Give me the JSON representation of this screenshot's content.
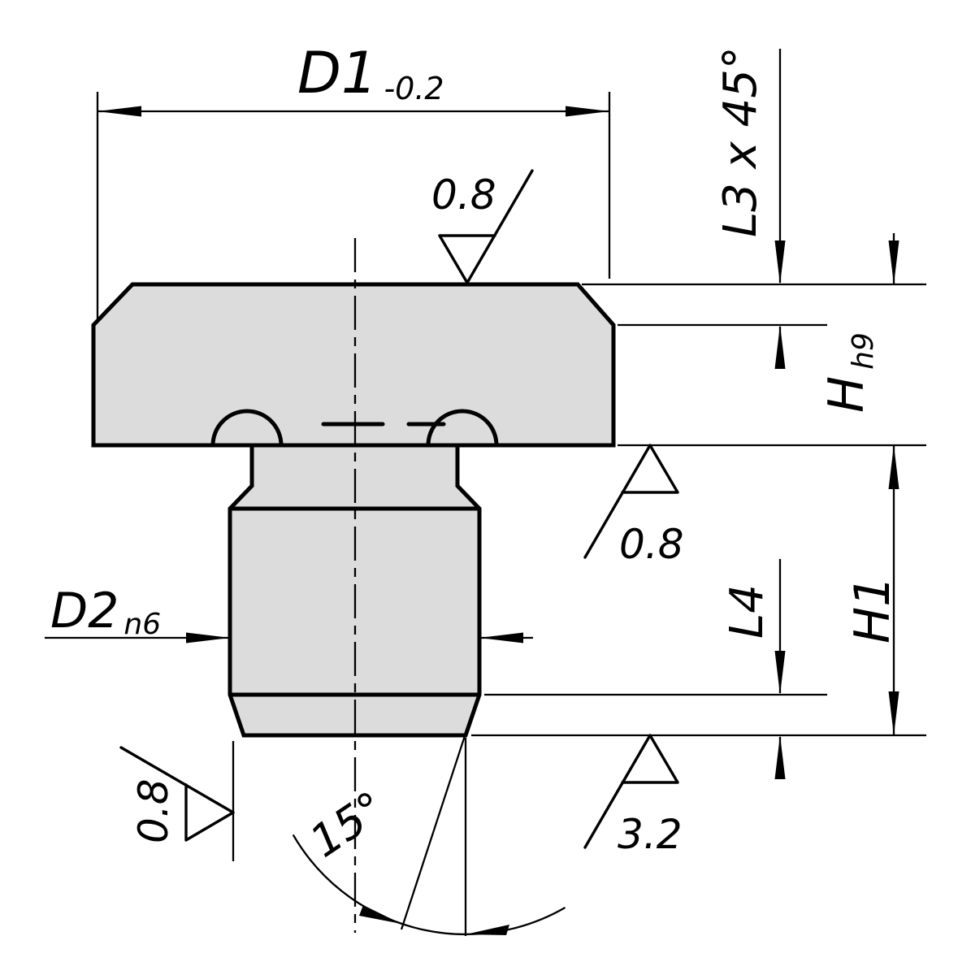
{
  "drawing": {
    "type": "technical-dimension-drawing",
    "colors": {
      "background": "#ffffff",
      "part_fill": "#dcdcdc",
      "line": "#000000"
    },
    "labels": {
      "d1": "D1",
      "d1_tolerance": "-0.2",
      "surface_top": "0.8",
      "chamfer_top": "L3 x 45°",
      "head_height": "H",
      "head_height_tolerance": "h9",
      "surface_under_head": "0.8",
      "total_height": "H1",
      "shank_diameter": "D2",
      "shank_diameter_tolerance": "n6",
      "chamfer_bottom": "L4",
      "surface_bottom": "3.2",
      "surface_shank": "0.8",
      "chamfer_angle": "15°"
    }
  }
}
